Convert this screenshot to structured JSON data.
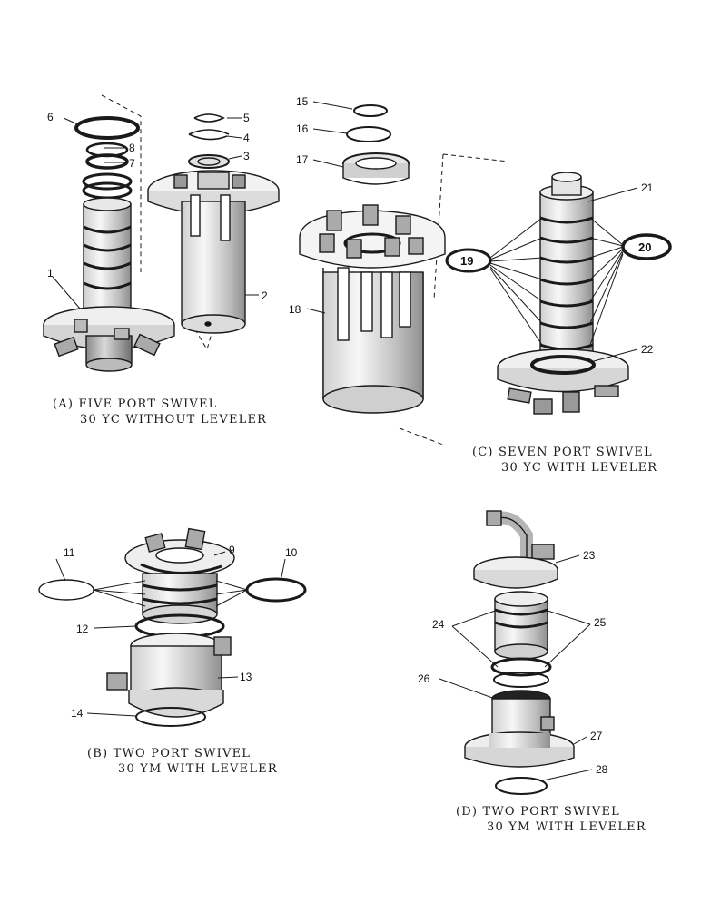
{
  "views": {
    "a": {
      "line1": "(A)  FIVE PORT SWIVEL",
      "line2": "30 YC WITHOUT LEVELER"
    },
    "b": {
      "line1": "(B)  TWO PORT SWIVEL",
      "line2": "30 YM WITH LEVELER"
    },
    "c": {
      "line1": "(C)  SEVEN PORT SWIVEL",
      "line2": "30 YC WITH LEVELER"
    },
    "d": {
      "line1": "(D)  TWO PORT SWIVEL",
      "line2": "30 YM WITH LEVELER"
    }
  },
  "callouts": {
    "c1": "1",
    "c2": "2",
    "c3": "3",
    "c4": "4",
    "c5": "5",
    "c6": "6",
    "c7": "7",
    "c8": "8",
    "c9": "9",
    "c10": "10",
    "c11": "11",
    "c12": "12",
    "c13": "13",
    "c14": "14",
    "c15": "15",
    "c16": "16",
    "c17": "17",
    "c18": "18",
    "c19": "19",
    "c20": "20",
    "c21": "21",
    "c22": "22",
    "c23": "23",
    "c24": "24",
    "c25": "25",
    "c26": "26",
    "c27": "27",
    "c28": "28"
  },
  "colors": {
    "ink": "#1a1a1a",
    "shade": "#9a9a9a",
    "light": "#d8d8d8"
  }
}
